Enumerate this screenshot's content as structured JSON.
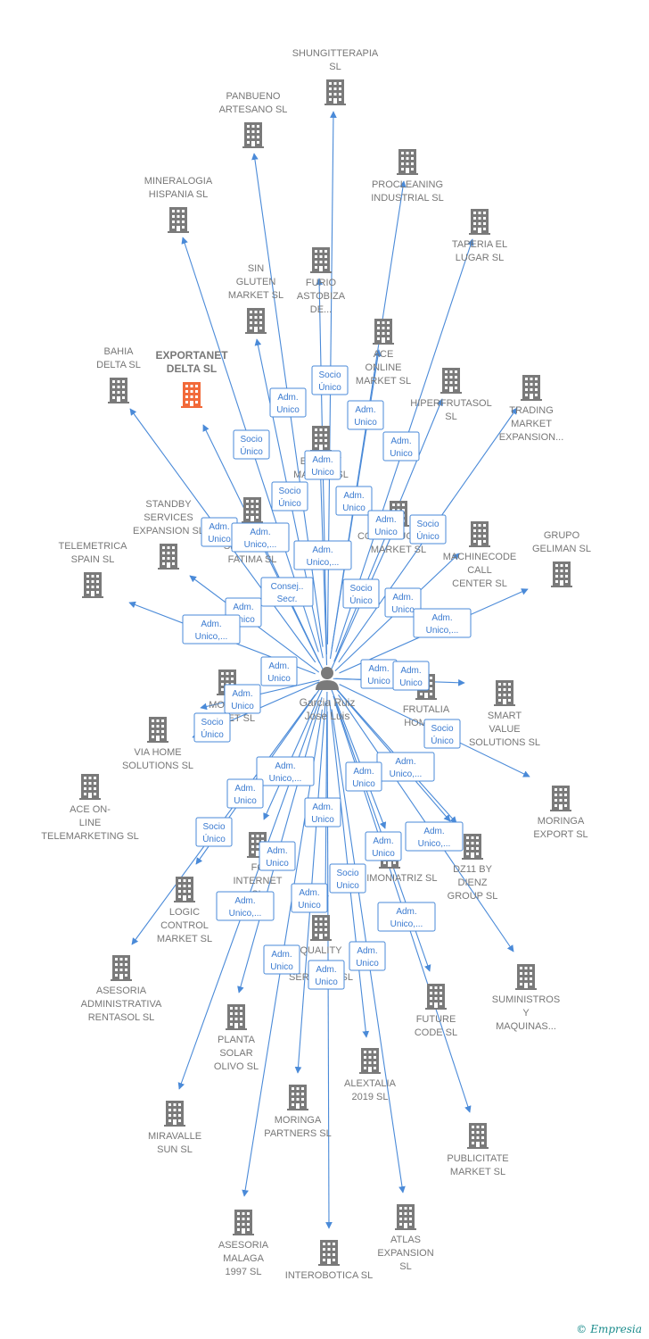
{
  "center": {
    "name_lines": [
      "Garcia Ruiz",
      "Jose Luis"
    ],
    "icon": "person-icon"
  },
  "colors": {
    "edge": "#4a8ad8",
    "building": "#7a7a7a",
    "highlight": "#f26a3a",
    "label": "#777777"
  },
  "companies": [
    {
      "id": "shungitterapia",
      "lines": [
        "SHUNGITTERAPIA",
        "SL"
      ],
      "role": [
        "Socio",
        "Único"
      ]
    },
    {
      "id": "panbueno",
      "lines": [
        "PANBUENO",
        "ARTESANO  SL"
      ],
      "role": [
        "Adm.",
        "Unico"
      ]
    },
    {
      "id": "procleaning",
      "lines": [
        "PROCLEANING",
        "INDUSTRIAL SL"
      ],
      "role": [
        "Adm.",
        "Unico"
      ]
    },
    {
      "id": "mineralogia",
      "lines": [
        "MINERALOGIA",
        "HISPANIA  SL"
      ],
      "role": [
        "Socio",
        "Único"
      ]
    },
    {
      "id": "taperia",
      "lines": [
        "TAPERIA EL",
        "LUGAR SL"
      ],
      "role": [
        "Adm.",
        "Unico"
      ]
    },
    {
      "id": "furio",
      "lines": [
        "FURIO",
        "ASTOBIZA",
        "DE..."
      ],
      "role": [
        "Adm.",
        "Unico"
      ]
    },
    {
      "id": "singluten",
      "lines": [
        "SIN",
        "GLUTEN",
        "MARKET  SL"
      ],
      "role": [
        "Socio",
        "Único"
      ]
    },
    {
      "id": "aceonline",
      "lines": [
        "ACE",
        "ONLINE",
        "MARKET SL"
      ],
      "role": [
        "Adm.",
        "Unico"
      ]
    },
    {
      "id": "hiperfrutasol",
      "lines": [
        "HIPERFRUTASOL",
        "SL"
      ],
      "role": [
        "Adm.",
        "Unico"
      ]
    },
    {
      "id": "trading",
      "lines": [
        "TRADING",
        "MARKET",
        "EXPANSION..."
      ],
      "role": [
        "Socio",
        "Único"
      ]
    },
    {
      "id": "bahia",
      "lines": [
        "BAHIA",
        "DELTA SL"
      ],
      "role": [
        "Adm.",
        "Unico"
      ]
    },
    {
      "id": "exportanet",
      "lines": [
        "EXPORTANET",
        "DELTA  SL"
      ],
      "highlight": true,
      "role": [
        "Adm.",
        "Unico,..."
      ]
    },
    {
      "id": "energy",
      "lines": [
        "ENERGY",
        "MALAGA  SL"
      ],
      "role": [
        "Adm.",
        "Unico,..."
      ]
    },
    {
      "id": "nsfatima",
      "lines": [
        "NUESTRA",
        "SEÑORA DE",
        "FATIMA SL"
      ],
      "role": [
        "Consej..",
        "Secr."
      ]
    },
    {
      "id": "constructalia",
      "lines": [
        "CONSTRUCTALIA",
        "MARKET  SL"
      ],
      "role": [
        "Socio",
        "Único"
      ]
    },
    {
      "id": "machinecode",
      "lines": [
        "MACHINECODE",
        "CALL",
        "CENTER  SL"
      ],
      "role": [
        "Adm.",
        "Unico"
      ]
    },
    {
      "id": "standby",
      "lines": [
        "STANDBY",
        "SERVICES",
        "EXPANSION SL"
      ],
      "role": [
        "Adm.",
        "Unico"
      ]
    },
    {
      "id": "geliman",
      "lines": [
        "GRUPO",
        "GELIMAN  SL"
      ],
      "role": [
        "Adm.",
        "Unico,..."
      ]
    },
    {
      "id": "telemetrica",
      "lines": [
        "TELEMETRICA",
        "SPAIN  SL"
      ],
      "role": [
        "Adm.",
        "Unico,..."
      ]
    },
    {
      "id": "mobile",
      "lines": [
        "MOBILE",
        "MARKET  SL"
      ],
      "role": [
        "Adm.",
        "Unico"
      ]
    },
    {
      "id": "frutalia",
      "lines": [
        "FRUTALIA",
        "HOME  SL"
      ],
      "role": [
        "Adm.",
        "Unico"
      ]
    },
    {
      "id": "smartvalue",
      "lines": [
        "SMART",
        "VALUE",
        "SOLUTIONS SL"
      ],
      "role": [
        "Adm.",
        "Unico"
      ]
    },
    {
      "id": "viahome",
      "lines": [
        "VIA HOME",
        "SOLUTIONS SL"
      ],
      "role": [
        "Adm.",
        "Unico"
      ]
    },
    {
      "id": "moringaexport",
      "lines": [
        "MORINGA",
        "EXPORT  SL"
      ],
      "role": [
        "Socio",
        "Único"
      ]
    },
    {
      "id": "aceonline2",
      "lines": [
        "ACE ON-",
        "LINE",
        "TELEMARKETING SL"
      ],
      "role": [
        "Socio",
        "Único"
      ]
    },
    {
      "id": "fcinternet",
      "lines": [
        "FC",
        "INTERNET",
        "SL"
      ],
      "role": [
        "Adm.",
        "Unico,..."
      ]
    },
    {
      "id": "patrimoniatriz",
      "lines": [
        "PATRIMONIATRIZ SL"
      ],
      "role": [
        "Adm.",
        "Unico,..."
      ]
    },
    {
      "id": "dz11",
      "lines": [
        "DZ11 BY",
        "DIENZ",
        "GROUP  SL"
      ],
      "role": [
        "Adm.",
        "Unico"
      ]
    },
    {
      "id": "logiccontrol",
      "lines": [
        "LOGIC",
        "CONTROL",
        "MARKET  SL"
      ],
      "role": [
        "Adm.",
        "Unico"
      ]
    },
    {
      "id": "asesoriaadm",
      "lines": [
        "ASESORIA",
        "ADMINISTRATIVA",
        "RENTASOL SL"
      ],
      "role": [
        "Adm.",
        "Unico"
      ]
    },
    {
      "id": "quality",
      "lines": [
        "QUALITY",
        "BIO",
        "SERVICES SL"
      ],
      "role": [
        "Socio",
        "Único"
      ]
    },
    {
      "id": "suministros",
      "lines": [
        "SUMINISTROS",
        "Y",
        "MAQUINAS..."
      ],
      "role": [
        "Adm.",
        "Unico,..."
      ]
    },
    {
      "id": "plantasolar",
      "lines": [
        "PLANTA",
        "SOLAR",
        "OLIVO SL"
      ],
      "role": [
        "Adm.",
        "Unico"
      ]
    },
    {
      "id": "futurecode",
      "lines": [
        "FUTURE",
        "CODE  SL"
      ],
      "role": [
        "Adm.",
        "Unico"
      ]
    },
    {
      "id": "alextalia",
      "lines": [
        "ALEXTALIA",
        "2019  SL"
      ],
      "role": [
        "Socio",
        "Unico"
      ]
    },
    {
      "id": "miravalle",
      "lines": [
        "MIRAVALLE",
        "SUN  SL"
      ],
      "role": [
        "Adm.",
        "Unico,..."
      ]
    },
    {
      "id": "moringapartners",
      "lines": [
        "MORINGA",
        "PARTNERS  SL"
      ],
      "role": [
        "Adm.",
        "Unico"
      ]
    },
    {
      "id": "publicitate",
      "lines": [
        "PUBLICITATE",
        "MARKET  SL"
      ],
      "role": [
        "Adm.",
        "Unico,..."
      ]
    },
    {
      "id": "asesoriamalaga",
      "lines": [
        "ASESORIA",
        "MALAGA",
        "1997  SL"
      ],
      "role": [
        "Adm.",
        "Unico"
      ]
    },
    {
      "id": "atlas",
      "lines": [
        "ATLAS",
        "EXPANSION",
        "SL"
      ],
      "role": [
        "Adm.",
        "Unico"
      ]
    },
    {
      "id": "interobotica",
      "lines": [
        "INTEROBOTICA SL"
      ],
      "role": [
        "Adm.",
        "Unico"
      ]
    }
  ],
  "footer": {
    "copyright": "©",
    "brand": "Empresia"
  }
}
